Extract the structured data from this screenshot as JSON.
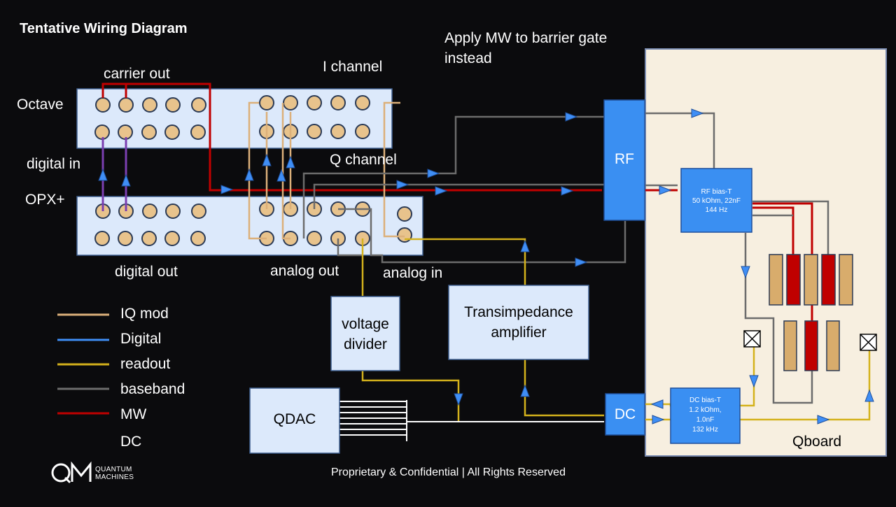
{
  "title": "Tentative Wiring Diagram",
  "note": "Apply MW to barrier gate instead",
  "labels": {
    "carrier_out": "carrier out",
    "i_channel": "I channel",
    "octave": "Octave",
    "digital_in": "digital in",
    "q_channel": "Q channel",
    "opx": "OPX+",
    "digital_out": "digital out",
    "analog_out": "analog out",
    "analog_in": "analog in"
  },
  "boxes": {
    "rf": "RF",
    "dc": "DC",
    "rf_bias_t": [
      "RF bias-T",
      "50 kOhm, 22nF",
      "144 Hz"
    ],
    "dc_bias_t": [
      "DC bias-T",
      "1.2 kOhm,",
      "1.0nF",
      "132 kHz"
    ],
    "voltage_divider": [
      "voltage",
      "divider"
    ],
    "transimpedance": [
      "Transimpedance",
      "amplifier"
    ],
    "qdac": "QDAC",
    "qboard": "Qboard"
  },
  "legend": [
    {
      "label": "IQ mod",
      "color": "#dcb07a"
    },
    {
      "label": "Digital",
      "color": "#3f8ef5"
    },
    {
      "label": "readout",
      "color": "#d4b21c"
    },
    {
      "label": "baseband",
      "color": "#6c6c6c"
    },
    {
      "label": "MW",
      "color": "#c00000"
    },
    {
      "label": "DC",
      "color": "#ffffff"
    }
  ],
  "colors": {
    "background": "#0b0b0d",
    "panel": "#dce9fb",
    "port": "#e8c38c",
    "block": "#3a8ff2",
    "qboard": "#f7efe0"
  },
  "footer": "Proprietary & Confidential | All Rights Reserved",
  "logo": {
    "mark": "QM",
    "line1": "QUANTUM",
    "line2": "MACHINES"
  }
}
